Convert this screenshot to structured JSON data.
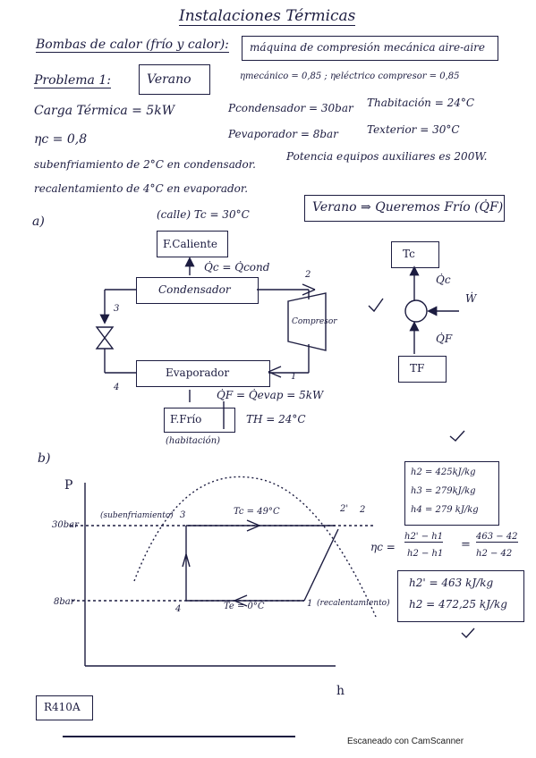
{
  "header": {
    "title": "Instalaciones Térmicas"
  },
  "section_left_title": "Bombas de calor (frío y calor):",
  "section_right_title": "máquina de compresión mecánica aire-aire",
  "problem": {
    "label": "Problema 1:",
    "season": "Verano"
  },
  "givens_left": {
    "load": "Carga Térmica = 5kW",
    "eta_c": "ηc = 0,8",
    "subcooling": "subenfriamiento de 2°C en condensador.",
    "superheat": "recalentamiento de 4°C en evaporador."
  },
  "givens_right": {
    "efficiencies": "ηmecánico = 0,85 ; ηeléctrico compresor = 0,85",
    "p_cond": "Pcondensador = 30bar",
    "t_room": "Thabitación = 24°C",
    "p_evap": "Pevaporador = 8bar",
    "t_ext": "Texterior = 30°C",
    "aux_power": "Potencia equipos auxiliares es 200W."
  },
  "summer_box": "Verano ⇒ Queremos Frío (Q̇F)",
  "part_a": {
    "label": "a)",
    "tc_label": "(calle) Tc = 30°C",
    "hot_source": "F.Caliente",
    "qc_eq": "Q̇c = Q̇cond",
    "condenser": "Condensador",
    "compressor": "Compresor",
    "evaporator": "Evaporador",
    "qf_eq": "Q̇F = Q̇evap = 5kW",
    "cold_source": "F.Frío",
    "th_label": "TH = 24°C",
    "room_label": "(habitación)",
    "points": [
      "1",
      "2",
      "3",
      "4"
    ],
    "schematic": {
      "tc": "Tc",
      "tf": "TF",
      "qc": "Q̇c",
      "qf": "Q̇F",
      "w": "Ẇ"
    }
  },
  "part_b": {
    "label": "b)",
    "p_axis": "P",
    "h_axis": "h",
    "p_high": "30bar",
    "p_low": "8bar",
    "cond_note": "(subenfriamiento)",
    "tc_line": "Tc = 49°C",
    "te_line": "Te = 0°C",
    "superheat_note": "(recalentamiento)",
    "points": {
      "p3": "3",
      "p4": "4",
      "p1": "1",
      "p2": "2'",
      "p2b": "2"
    },
    "enthalpy_box": [
      "h2 = 425kJ/kg",
      "h3 = 279kJ/kg",
      "h4 = 279 kJ/kg"
    ],
    "eta_formula": {
      "lhs": "ηc =",
      "num": "h2' − h1",
      "den": "h2 − h1",
      "rhs_num": "463 − 42",
      "rhs_den": "h2 − 42"
    },
    "result_box": [
      "h2' = 463   kJ/kg",
      "h2 = 472,25   kJ/kg"
    ]
  },
  "refrigerant": "R410A",
  "footer": "Escaneado con CamScanner"
}
